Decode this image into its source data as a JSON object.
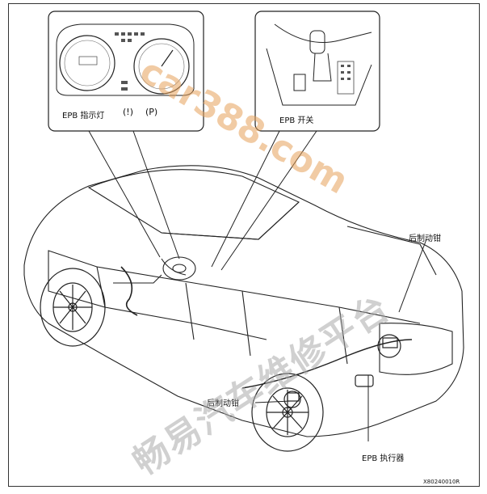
{
  "callouts": {
    "epb_indicator": "EPB 指示灯",
    "indicator_symbol_1": "(!)",
    "indicator_symbol_2": "(P)",
    "epb_switch": "EPB 开关",
    "rear_caliper_top": "后制动钳",
    "rear_caliper_bottom": "后制动钳",
    "epb_actuator": "EPB 执行器",
    "figure_code": "X80240010R"
  },
  "watermarks": {
    "site": "car388.com",
    "platform": "畅易汽车维修平台"
  },
  "colors": {
    "line": "#222222",
    "watermark_orange": "#e6a15a",
    "watermark_gray": "#aaaaaa"
  }
}
